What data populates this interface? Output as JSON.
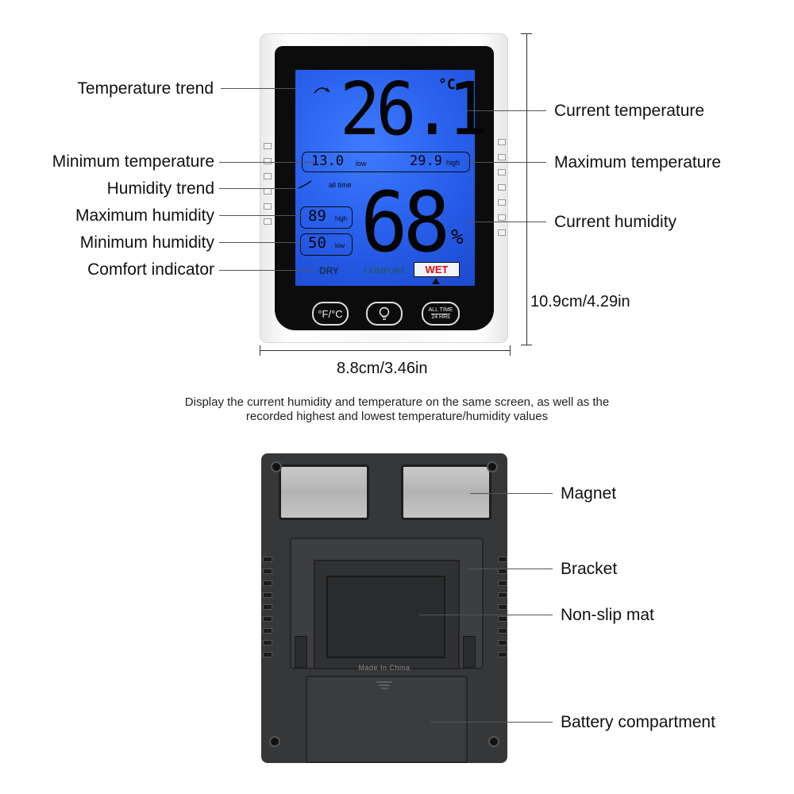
{
  "front": {
    "lcd": {
      "temperature": "26.1",
      "temp_unit": "°C",
      "min_temp": "13.0",
      "max_temp": "29.9",
      "low_label": "low",
      "high_label": "high",
      "all_time": "all time",
      "humidity": "68",
      "humidity_unit": "%",
      "max_humidity": "89",
      "min_humidity": "50",
      "dry": "DRY",
      "comfort": "COMFORT",
      "wet": "WET"
    },
    "buttons": {
      "unit": "°F/°C",
      "all_time_top": "ALL TIME",
      "all_time_bottom": "24 HRs"
    },
    "callouts_left": [
      "Temperature trend",
      "Minimum temperature",
      "Humidity trend",
      "Maximum humidity",
      "Minimum humidity",
      "Comfort indicator"
    ],
    "callouts_right": [
      "Current temperature",
      "Maximum temperature",
      "Current humidity"
    ],
    "height_dimension": "10.9cm/4.29in",
    "width_dimension": "8.8cm/3.46in"
  },
  "caption": {
    "line1": "Display the current humidity and temperature on the same screen, as well as the",
    "line2": "recorded highest and lowest temperature/humidity values"
  },
  "back": {
    "made_in": "Made In China",
    "callouts": [
      "Magnet",
      "Bracket",
      "Non-slip mat",
      "Battery compartment"
    ]
  },
  "colors": {
    "lcd_blue": "#2a62ee",
    "wet_red": "#e01010",
    "comfort_green": "#1f5a3a",
    "back_body": "#353739"
  }
}
